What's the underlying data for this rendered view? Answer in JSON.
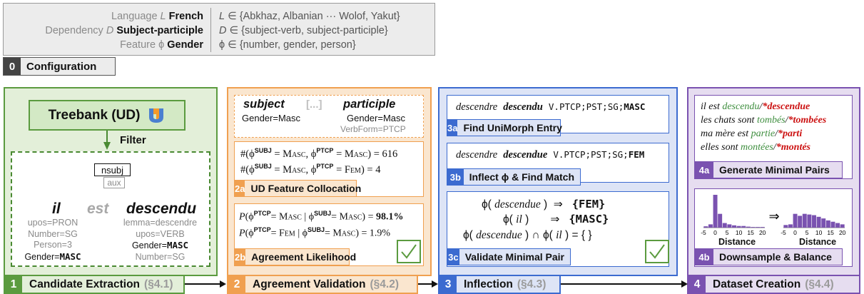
{
  "config": {
    "step_num": "0",
    "step_label": "Configuration",
    "rows": [
      {
        "prefix": "Language",
        "var": "L",
        "value": "French"
      },
      {
        "prefix": "Dependency",
        "var": "D",
        "value": "Subject-participle"
      },
      {
        "prefix": "Feature",
        "var": "ϕ",
        "value": "Gender"
      }
    ],
    "sets": [
      {
        "var": "L",
        "text": "∈ {Abkhaz, Albanian ··· Wolof, Yakut}"
      },
      {
        "var": "D",
        "text": "∈ {subject-verb, subject-participle}"
      },
      {
        "var": "ϕ",
        "text": "∈ {number, gender, person}"
      }
    ]
  },
  "panel1": {
    "treebank": "Treebank (UD)",
    "filter": "Filter",
    "nsubj": "nsubj",
    "aux": "aux",
    "words": {
      "il": "il",
      "est": "est",
      "descendu": "descendu"
    },
    "il_feats": [
      "upos=PRON",
      "Number=SG",
      "Person=3"
    ],
    "il_gender_key": "Gender=",
    "il_gender_val": "MASC",
    "desc_feats": [
      "lemma=descendre",
      "upos=VERB"
    ],
    "desc_gender_key": "Gender=",
    "desc_gender_val": "MASC",
    "desc_number": "Number=SG",
    "footer_num": "1",
    "footer_label": "Candidate Extraction",
    "footer_ref": "(§4.1)"
  },
  "panel2": {
    "subject": "subject",
    "ellipsis": "[...]",
    "participle": "participle",
    "subj_gender": "Gender=Masc",
    "part_gender": "Gender=Masc",
    "verbform": "VerbForm=PTCP",
    "count1_value": "616",
    "count2_value": "4",
    "tag_2a": "2a",
    "label_2a": "UD Feature Collocation",
    "prob1_value": "98.1%",
    "prob2_value": "1.9%",
    "tag_2b": "2b",
    "label_2b": "Agreement Likelihood",
    "footer_num": "2",
    "footer_label": "Agreement Validation",
    "footer_ref": "(§4.2)"
  },
  "panel3": {
    "a_lemma": "descendre",
    "a_form": "descendu",
    "a_tag_pre": "V.PTCP;PST;SG;",
    "a_tag_b": "MASC",
    "tag_3a": "3a",
    "label_3a": "Find UniMorph Entry",
    "b_lemma": "descendre",
    "b_form": "descendue",
    "b_tag_pre": "V.PTCP;PST;SG;",
    "b_tag_b": "FEM",
    "tag_3b": "3b",
    "label_3b": "Inflect ϕ & Find Match",
    "c_word1": "descendue",
    "c_val1": "{FEM}",
    "c_word2": "il",
    "c_val2": "{MASC}",
    "c_val3": "{ }",
    "tag_3c": "3c",
    "label_3c": "Validate Minimal Pair",
    "footer_num": "3",
    "footer_label": "Inflection",
    "footer_ref": "(§4.3)"
  },
  "panel4": {
    "pairs": [
      {
        "prefix": "il est",
        "good": "descendu",
        "bad": "descendue"
      },
      {
        "prefix": "les chats sont",
        "good": "tombés",
        "bad": "tombées"
      },
      {
        "prefix": "ma mère est",
        "good": "partie",
        "bad": "parti"
      },
      {
        "prefix": "elles sont",
        "good": "montées",
        "bad": "montés"
      }
    ],
    "tag_4a": "4a",
    "label_4a": "Generate Minimal Pairs",
    "chart_axis_label": "Distance",
    "tag_4b": "4b",
    "label_4b": "Downsample & Balance",
    "footer_num": "4",
    "footer_label": "Dataset Creation",
    "footer_ref": "(§4.4)"
  },
  "chart_data": [
    {
      "type": "bar",
      "xlabel": "Distance",
      "ticks": [
        "-5",
        "0",
        "5",
        "10",
        "15",
        "20"
      ],
      "x": [
        -4,
        -2,
        0,
        2,
        4,
        6,
        8,
        10,
        12,
        14,
        16,
        18,
        20
      ],
      "values": [
        0.04,
        0.1,
        1.0,
        0.42,
        0.14,
        0.1,
        0.07,
        0.05,
        0.05,
        0.03,
        0.02,
        0.02,
        0.02
      ]
    },
    {
      "type": "bar",
      "xlabel": "Distance",
      "ticks": [
        "-5",
        "0",
        "5",
        "10",
        "15",
        "20"
      ],
      "x": [
        -4,
        -2,
        0,
        2,
        4,
        6,
        8,
        10,
        12,
        14,
        16,
        18,
        20
      ],
      "values": [
        0.08,
        0.1,
        0.42,
        0.36,
        0.42,
        0.4,
        0.38,
        0.33,
        0.28,
        0.22,
        0.18,
        0.14,
        0.1
      ]
    }
  ],
  "colors": {
    "green": "#5b9b3f",
    "orange": "#f0a050",
    "blue": "#3c6bd0",
    "purple": "#7a52b0",
    "good": "#3e8e3e",
    "bad": "#cc1111"
  }
}
